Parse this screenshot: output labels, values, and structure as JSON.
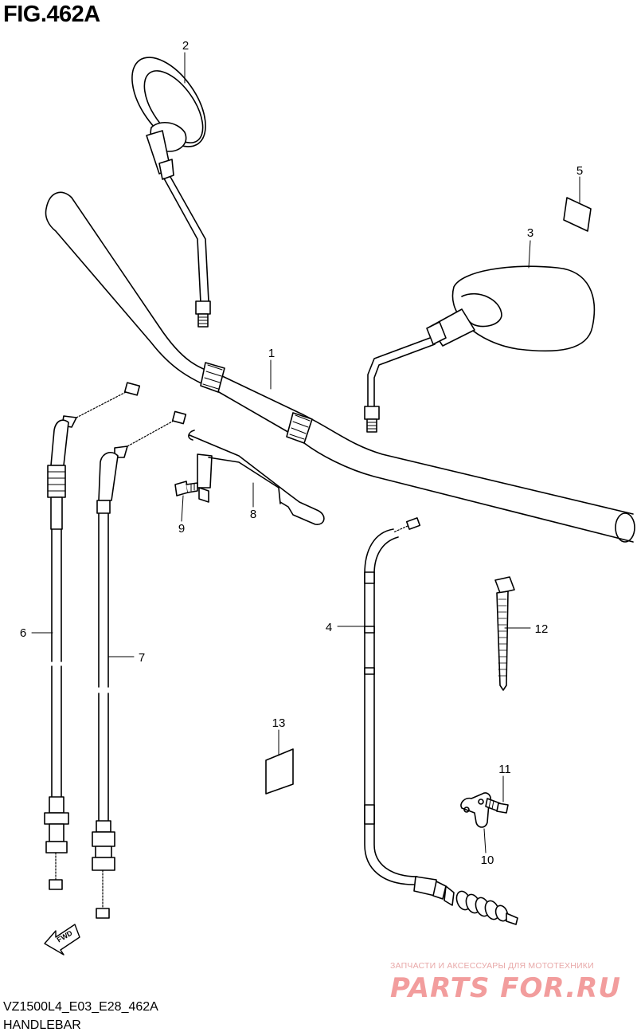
{
  "figure": {
    "title": "FIG.462A"
  },
  "parts": [
    {
      "number": "1",
      "part": "handlebar"
    },
    {
      "number": "2",
      "part": "left-mirror"
    },
    {
      "number": "3",
      "part": "right-mirror"
    },
    {
      "number": "4",
      "part": "clutch-cable"
    },
    {
      "number": "5",
      "part": "label-small"
    },
    {
      "number": "6",
      "part": "throttle-cable-1"
    },
    {
      "number": "7",
      "part": "throttle-cable-2"
    },
    {
      "number": "8",
      "part": "cable-guide"
    },
    {
      "number": "9",
      "part": "bolt"
    },
    {
      "number": "10",
      "part": "clamp"
    },
    {
      "number": "11",
      "part": "clamp-bolt"
    },
    {
      "number": "12",
      "part": "cable-tie"
    },
    {
      "number": "13",
      "part": "label-large"
    }
  ],
  "fwd_arrow": {
    "label": "FWD"
  },
  "footer": {
    "code": "VZ1500L4_E03_E28_462A",
    "name": "HANDLEBAR"
  },
  "watermark": {
    "tagline": "ЗАПЧАСТИ И АКСЕССУАРЫ ДЛЯ МОТОТЕХНИКИ",
    "logo": "PARTS FOR.RU"
  }
}
